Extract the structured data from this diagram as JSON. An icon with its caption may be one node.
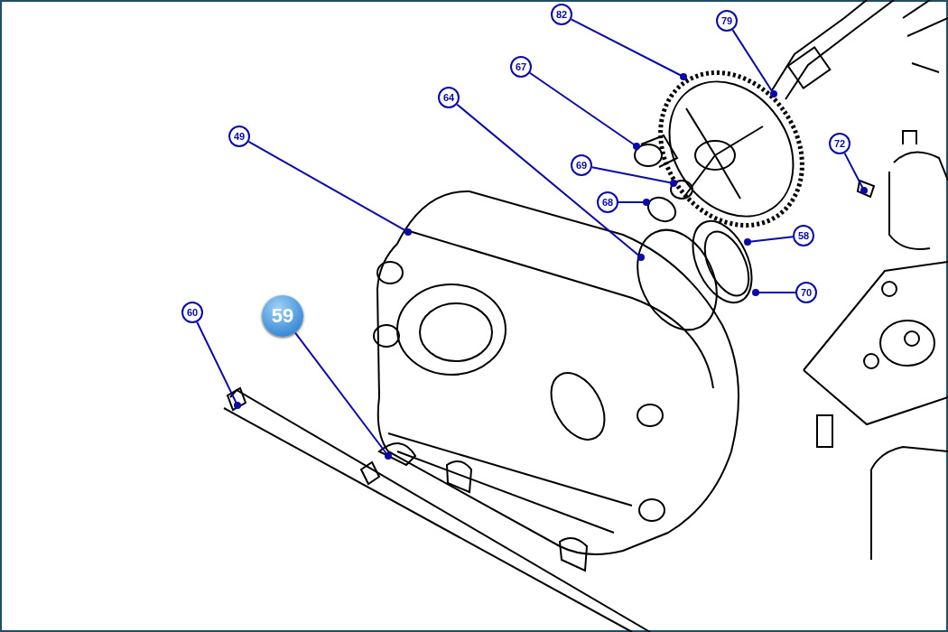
{
  "diagram": {
    "nodes": [
      {
        "text": [
          "82"
        ]
      },
      {
        "text": [
          "79"
        ]
      },
      {
        "text": [
          "67"
        ]
      },
      {
        "text": [
          "64"
        ]
      },
      {
        "text": [
          "49"
        ]
      },
      {
        "text": [
          "69"
        ]
      },
      {
        "text": [
          "68"
        ]
      },
      {
        "text": [
          "72"
        ]
      },
      {
        "text": [
          "58"
        ]
      },
      {
        "text": [
          "70"
        ]
      },
      {
        "text": [
          "60"
        ]
      },
      {
        "text": [
          "59"
        ]
      }
    ],
    "edges": [
      {
        "from": 0,
        "to": null,
        "arrow": "other"
      },
      {
        "from": 1,
        "to": null,
        "arrow": "other"
      },
      {
        "from": 2,
        "to": null,
        "arrow": "other"
      },
      {
        "from": 3,
        "to": null,
        "arrow": "other"
      },
      {
        "from": 4,
        "to": null,
        "arrow": "other"
      },
      {
        "from": 5,
        "to": null,
        "arrow": "other"
      },
      {
        "from": 6,
        "to": null,
        "arrow": "other"
      },
      {
        "from": 7,
        "to": null,
        "arrow": "other"
      },
      {
        "from": 8,
        "to": null,
        "arrow": "other"
      },
      {
        "from": 9,
        "to": null,
        "arrow": "other"
      },
      {
        "from": 10,
        "to": null,
        "arrow": "other"
      },
      {
        "from": 11,
        "to": null,
        "arrow": "other"
      }
    ]
  }
}
